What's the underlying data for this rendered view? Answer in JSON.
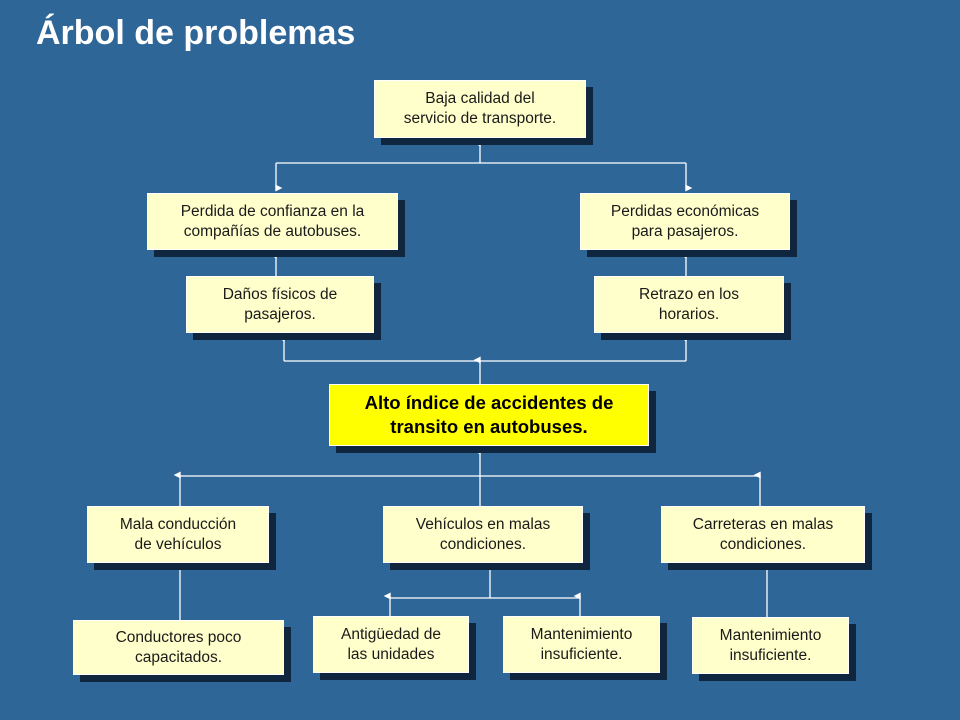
{
  "title": "Árbol de problemas",
  "effects": {
    "top": [
      "Baja calidad del",
      "servicio de transporte."
    ],
    "left": [
      "Perdida de confianza en la",
      "compañías de autobuses."
    ],
    "right": [
      "Perdidas económicas",
      "para pasajeros."
    ],
    "left_sub": [
      "Daños físicos de",
      "pasajeros."
    ],
    "right_sub": [
      "Retrazo en los",
      "horarios."
    ]
  },
  "core": [
    "Alto índice de accidentes  de",
    "transito en autobuses."
  ],
  "causes": {
    "left": [
      "Mala conducción",
      "de vehículos"
    ],
    "middle": [
      "Vehículos en malas",
      "condiciones."
    ],
    "right": [
      "Carreteras en malas",
      "condiciones."
    ]
  },
  "sub_causes": {
    "drivers": [
      "Conductores poco",
      "capacitados."
    ],
    "age": [
      "Antigüedad de",
      "las unidades"
    ],
    "maintenance_a": [
      "Mantenimiento",
      "insuficiente."
    ],
    "maintenance_b": [
      "Mantenimiento",
      "insuficiente."
    ]
  },
  "colors": {
    "background": "#2f6698",
    "node_fill": "#ffffcc",
    "core_fill": "#ffff00",
    "shadow": "#10263f",
    "connector": "#ffffff"
  }
}
